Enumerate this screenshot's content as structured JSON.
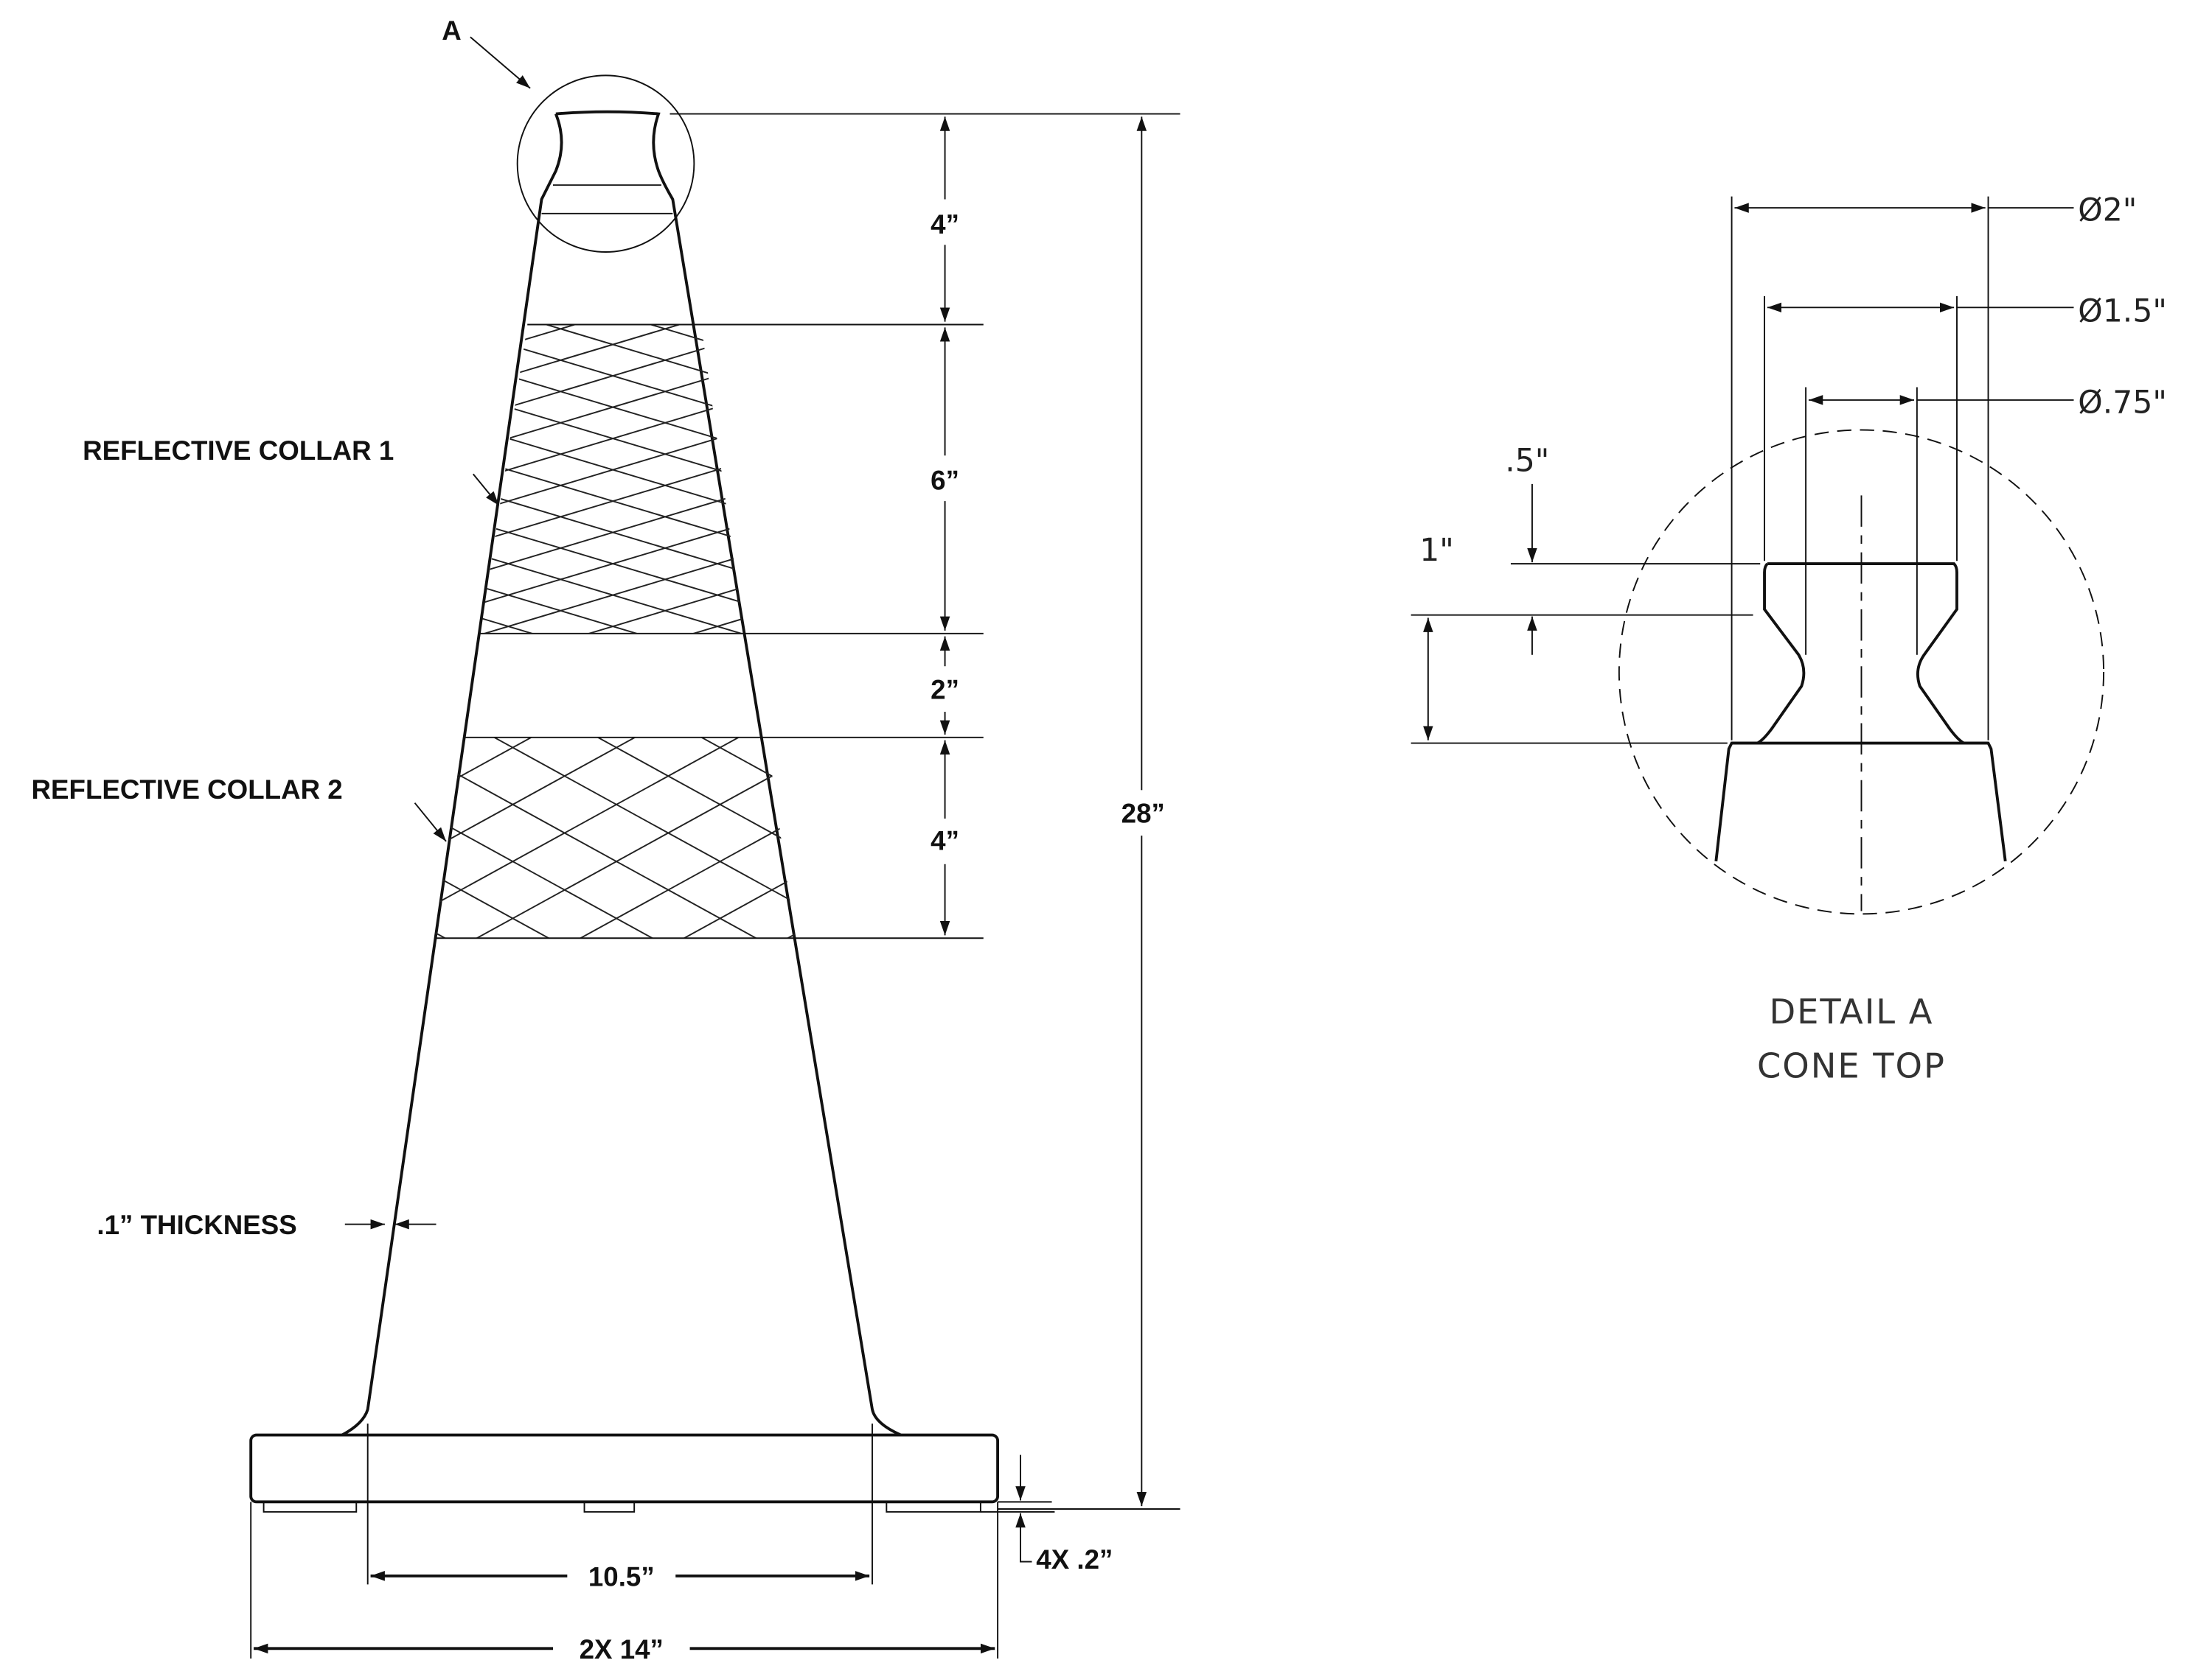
{
  "cone": {
    "detail_callout": "A",
    "collar1_label": "REFLECTIVE COLLAR 1",
    "collar2_label": "REFLECTIVE COLLAR 2",
    "thickness_label": ".1” THICKNESS",
    "dims": {
      "top": "4”",
      "collar1": "6”",
      "gap": "2”",
      "collar2": "4”",
      "overall_height": "28”",
      "inner_base": "10.5”",
      "base_width": "2X 14”",
      "feet": "4X .2”"
    }
  },
  "detail": {
    "title": "DETAIL A",
    "subtitle": "CONE TOP",
    "dia_outer": "Ø2\"",
    "dia_mid": "Ø1.5\"",
    "dia_inner": "Ø.75\"",
    "half_inch": ".5\"",
    "one_inch": "1\""
  }
}
